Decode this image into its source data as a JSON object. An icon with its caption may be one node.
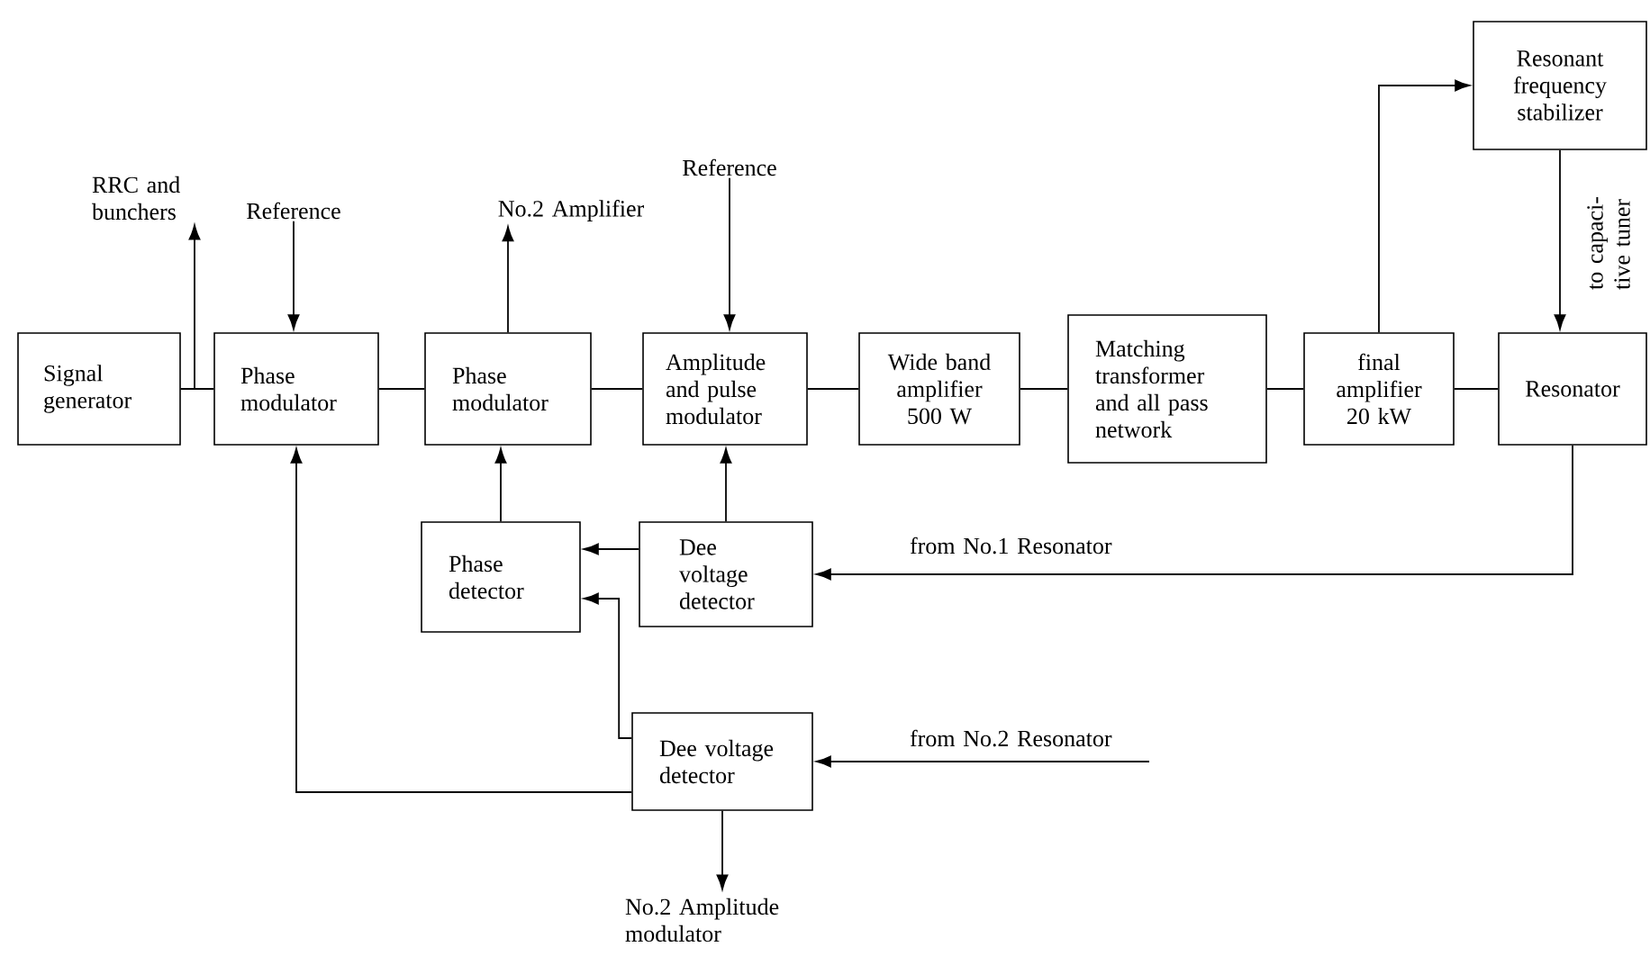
{
  "diagram": {
    "nodes": [
      {
        "text": [
          "Signal generator"
        ]
      },
      {
        "text": [
          "RRC and bunchers"
        ]
      },
      {
        "text": [
          "Reference"
        ]
      },
      {
        "text": [
          "Phase modulator"
        ]
      },
      {
        "text": [
          "No.2 Amplifier"
        ]
      },
      {
        "text": [
          "Phase modulator"
        ]
      },
      {
        "text": [
          "Reference"
        ]
      },
      {
        "text": [
          "Amplitude and pulse modulator"
        ]
      },
      {
        "text": [
          "Wide band amplifier 500 W"
        ]
      },
      {
        "text": [
          "Matching transformer and all pass network"
        ]
      },
      {
        "text": [
          "final amplifier 20 kW"
        ]
      },
      {
        "text": [
          "Resonant frequency stabilizer"
        ]
      },
      {
        "text": [
          "Resonator"
        ]
      },
      {
        "text": [
          "Phase detector"
        ]
      },
      {
        "text": [
          "Dee voltage detector"
        ]
      },
      {
        "text": [
          "Dee voltage detector"
        ]
      },
      {
        "text": [
          "No.2 Amplitude modulator"
        ]
      }
    ],
    "edges": [
      {
        "from": 0,
        "to": 3,
        "arrow": "none"
      },
      {
        "from": 0,
        "to": 1,
        "arrow": "to"
      },
      {
        "from": 2,
        "to": 3,
        "arrow": "to"
      },
      {
        "from": 3,
        "to": 5,
        "arrow": "none"
      },
      {
        "from": 5,
        "to": 4,
        "arrow": "to"
      },
      {
        "from": 5,
        "to": 7,
        "arrow": "none"
      },
      {
        "from": 6,
        "to": 7,
        "arrow": "to"
      },
      {
        "from": 7,
        "to": 8,
        "arrow": "none"
      },
      {
        "from": 8,
        "to": 9,
        "arrow": "none"
      },
      {
        "from": 9,
        "to": 10,
        "arrow": "none"
      },
      {
        "from": 10,
        "to": 12,
        "arrow": "none"
      },
      {
        "from": 10,
        "to": 11,
        "arrow": "to"
      },
      {
        "from": 11,
        "to": 12,
        "arrow": "to",
        "label": "to capaci- tive tuner"
      },
      {
        "from": 12,
        "to": 14,
        "arrow": "to",
        "label": "from No.1 Resonator"
      },
      {
        "from": 14,
        "to": 7,
        "arrow": "to"
      },
      {
        "from": 14,
        "to": 13,
        "arrow": "to"
      },
      {
        "from": 13,
        "to": 5,
        "arrow": "to"
      },
      {
        "from": 15,
        "to": 13,
        "arrow": "to"
      },
      {
        "from": 15,
        "to": 3,
        "arrow": "to"
      },
      {
        "from": null,
        "to": 15,
        "arrow": "to",
        "label": "from No.2 Resonator"
      },
      {
        "from": 15,
        "to": 16,
        "arrow": "to"
      }
    ]
  }
}
